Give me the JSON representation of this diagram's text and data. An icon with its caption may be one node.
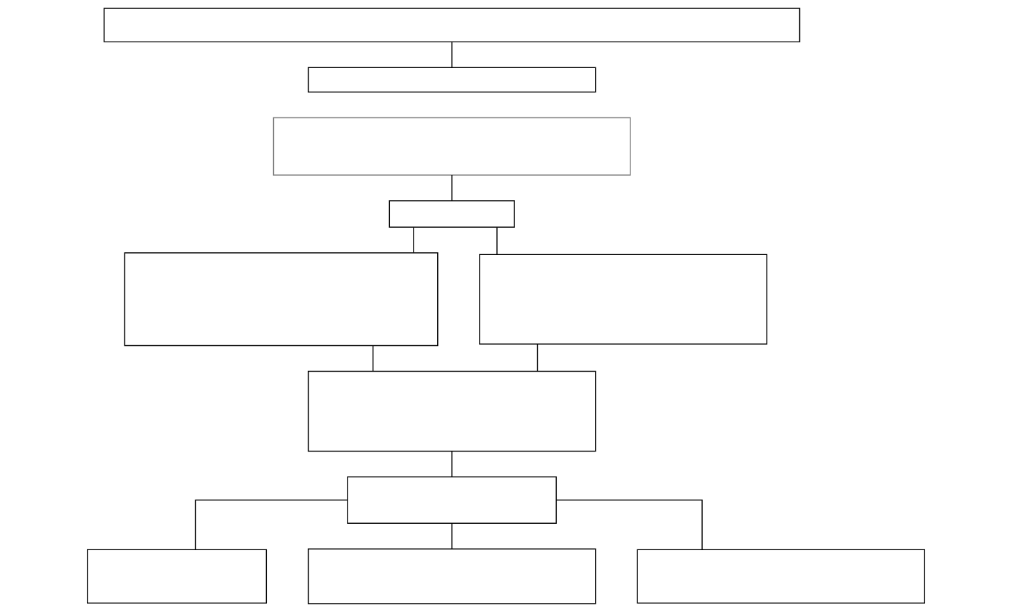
{
  "diagram": {
    "nodes": [
      {
        "text": [],
        "shape": "box"
      },
      {
        "text": [],
        "shape": "box"
      },
      {
        "text": [],
        "shape": "box"
      },
      {
        "text": [],
        "shape": "box"
      },
      {
        "text": [],
        "shape": "box"
      },
      {
        "text": [],
        "shape": "box"
      },
      {
        "text": [],
        "shape": "box"
      },
      {
        "text": [],
        "shape": "box"
      },
      {
        "text": [],
        "shape": "box"
      },
      {
        "text": [],
        "shape": "box"
      },
      {
        "text": [],
        "shape": "box"
      }
    ],
    "edges": [
      {
        "from": 0,
        "to": 1,
        "arrow": "none"
      },
      {
        "from": 2,
        "to": 3,
        "arrow": "none"
      },
      {
        "from": 3,
        "to": 4,
        "arrow": "none"
      },
      {
        "from": 3,
        "to": 5,
        "arrow": "none"
      },
      {
        "from": 4,
        "to": 6,
        "arrow": "none"
      },
      {
        "from": 5,
        "to": 6,
        "arrow": "none"
      },
      {
        "from": 6,
        "to": 7,
        "arrow": "none"
      },
      {
        "from": 7,
        "to": 8,
        "arrow": "none"
      },
      {
        "from": 7,
        "to": 9,
        "arrow": "none"
      },
      {
        "from": 7,
        "to": 10,
        "arrow": "none"
      }
    ]
  }
}
